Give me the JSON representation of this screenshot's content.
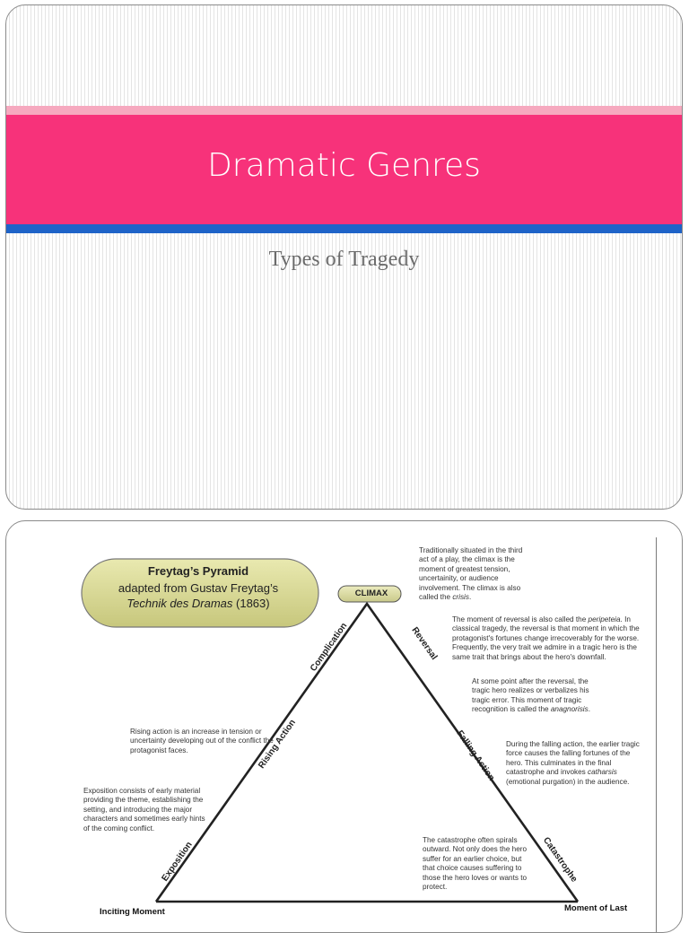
{
  "slide1": {
    "title": "Dramatic Genres",
    "subtitle": "Types of Tragedy",
    "colors": {
      "band_pink": "#f7327a",
      "band_light": "#f6a9bf",
      "band_blue": "#1e63c8"
    }
  },
  "slide2": {
    "badge": {
      "title": "Freytag’s Pyramid",
      "line1": "adapted from Gustav Freytag’s",
      "line2_italic": "Technik des Dramas",
      "line2_rest": " (1863)"
    },
    "climax_label": "CLIMAX",
    "edges": {
      "complication": "Complication",
      "rising_action": "Rising Action",
      "exposition": "Exposition",
      "reversal": "Reversal",
      "falling_action": "Falling Action",
      "catastrophe": "Catastrophe"
    },
    "corners": {
      "inciting": "Inciting Moment",
      "last": "Moment of Last"
    },
    "notes": {
      "climax": {
        "text": "Traditionally situated in the third act of a play, the climax is the moment of greatest tension, uncertainity, or audience involvement. The climax is also called the ",
        "italic": "crisis",
        "end": "."
      },
      "reversal": {
        "text": "The moment of reversal is also called the ",
        "italic": "peripeteia",
        "end": ". In classical tragedy, the reversal is that moment in which the protagonist's fortunes change irrecoverably for the worse. Frequently, the very trait we admire in a tragic hero is the same trait that brings about the hero's downfall."
      },
      "anagnorisis": {
        "text": "At some point after the reversal, the tragic hero realizes or verbalizes his tragic error. This moment of tragic recognition is called the ",
        "italic": "anagnorisis",
        "end": "."
      },
      "falling": {
        "text": "During the falling action, the earlier tragic force causes the falling fortunes of the hero. This culminates in the final catastrophe and invokes ",
        "italic": "catharsis",
        "end": " (emotional purgation) in the audience."
      },
      "rising": {
        "text": "Rising action is an increase in tension or uncertainty developing out of the conflict the protagonist faces."
      },
      "exposition": {
        "text": "Exposition consists of early material providing the theme, establishing the setting, and introducing the major characters and sometimes early hints of the coming conflict."
      },
      "catastrophe": {
        "text": "The catastrophe often spirals outward. Not only does the hero suffer for an earlier choice, but that choice causes suffering to those the hero loves or wants to protect."
      }
    }
  }
}
